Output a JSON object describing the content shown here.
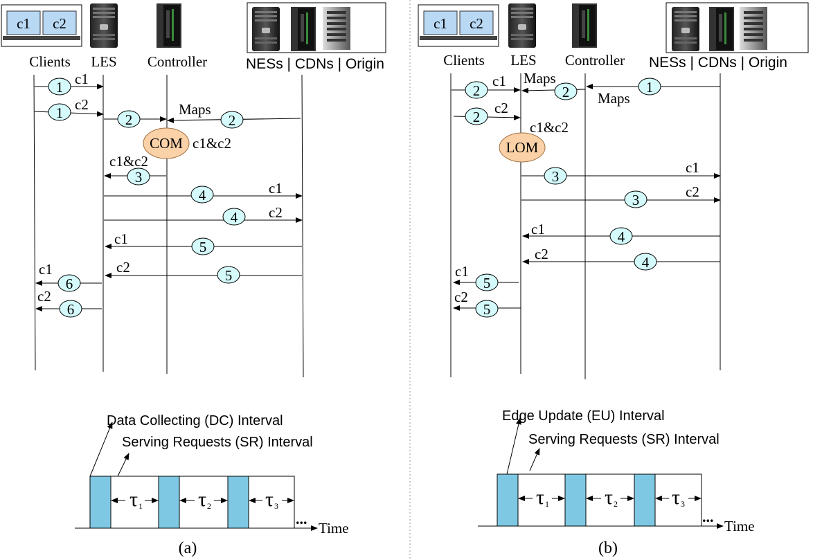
{
  "panels": [
    {
      "entities": [
        "Clients",
        "LES",
        "Controller",
        "NESs | CDNs | Origin"
      ],
      "client_labels": [
        "c1",
        "c2"
      ],
      "algo_label": "COM",
      "algo_note": "c1&c2",
      "messages": [
        {
          "step": "1",
          "label": "c1"
        },
        {
          "step": "1",
          "label": "c2"
        },
        {
          "step": "2",
          "label": ""
        },
        {
          "step": "2",
          "label": "Maps"
        },
        {
          "step": "3",
          "label": "c1&c2"
        },
        {
          "step": "4",
          "label": "c1"
        },
        {
          "step": "4",
          "label": "c2"
        },
        {
          "step": "5",
          "label": "c1"
        },
        {
          "step": "5",
          "label": "c2"
        },
        {
          "step": "6",
          "label": "c1"
        },
        {
          "step": "6",
          "label": "c2"
        }
      ],
      "legend_first": "Data Collecting (DC) Interval",
      "legend_second": "Serving Requests (SR) Interval",
      "taus": [
        "τ",
        "τ",
        "τ"
      ],
      "tau_subs": [
        "1",
        "2",
        "3"
      ],
      "dots": "...",
      "time_label": "Time",
      "caption": "(a)"
    },
    {
      "entities": [
        "Clients",
        "LES",
        "Controller",
        "NESs | CDNs | Origin"
      ],
      "client_labels": [
        "c1",
        "c2"
      ],
      "algo_label": "LOM",
      "algo_note": "c1&c2",
      "messages": [
        {
          "step": "1",
          "label": "Maps"
        },
        {
          "step": "2",
          "label": "Maps"
        },
        {
          "step": "2",
          "label": "c1"
        },
        {
          "step": "2",
          "label": "c2"
        },
        {
          "step": "3",
          "label": "c1"
        },
        {
          "step": "3",
          "label": "c2"
        },
        {
          "step": "4",
          "label": "c1"
        },
        {
          "step": "4",
          "label": "c2"
        },
        {
          "step": "5",
          "label": "c1"
        },
        {
          "step": "5",
          "label": "c2"
        }
      ],
      "legend_first": "Edge Update (EU) Interval",
      "legend_second": "Serving Requests (SR) Interval",
      "taus": [
        "τ",
        "τ",
        "τ"
      ],
      "tau_subs": [
        "1",
        "2",
        "3"
      ],
      "dots": "...",
      "time_label": "Time",
      "caption": "(b)"
    }
  ],
  "colors": {
    "step_fill": "#d4fafb",
    "algo_fill": "#fbd2a8",
    "interval_fill": "#7ec8e3",
    "laptop_screen": "#b8d8f4"
  }
}
